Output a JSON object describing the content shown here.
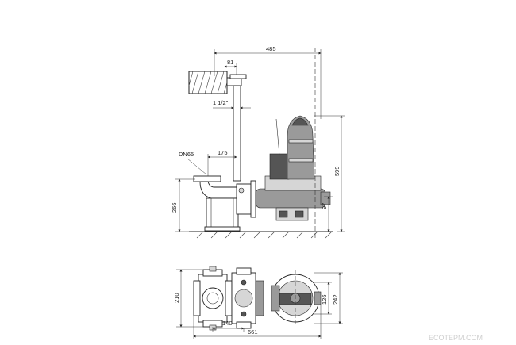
{
  "dimensions": {
    "overall_width_top": "485",
    "pipe_offset": "81",
    "pipe_size": "1 1/2\"",
    "flange_label": "DN65",
    "flange_offset": "175",
    "outlet_height": "266",
    "pump_height": "599",
    "base_height": "97",
    "plan_height_left": "210",
    "plan_center": "126",
    "plan_height_right": "242",
    "plan_offset": "140",
    "overall_width_bottom": "661"
  },
  "watermark": "ECOTEPM.COM"
}
